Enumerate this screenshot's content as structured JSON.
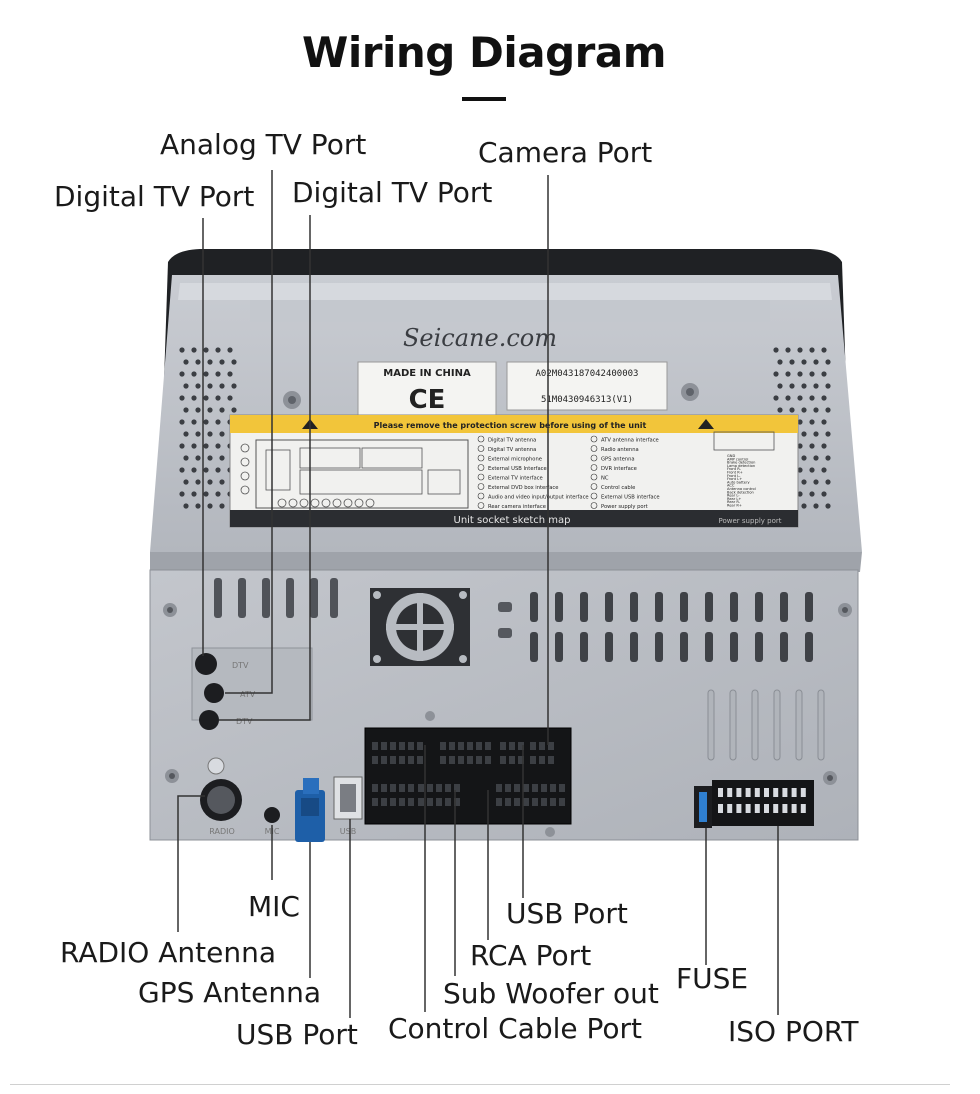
{
  "title": "Wiring Diagram",
  "labels": {
    "analog_tv_port": "Analog TV Port",
    "digital_tv_port_left": "Digital TV Port",
    "digital_tv_port_right": "Digital TV Port",
    "camera_port": "Camera Port",
    "mic": "MIC",
    "radio_antenna": "RADIO Antenna",
    "gps_antenna": "GPS Antenna",
    "usb_port_bottom": "USB Port",
    "usb_port_right": "USB Port",
    "rca_port": "RCA Port",
    "sub_woofer_out": "Sub Woofer out",
    "control_cable_port": "Control Cable Port",
    "fuse": "FUSE",
    "iso_port": "ISO PORT"
  },
  "unit": {
    "brand": "Seicane.com",
    "made_in": "MADE IN CHINA",
    "ce_mark": "CE",
    "serial_1": "A02M043187042400003",
    "serial_2": "51M0430946313(V1)",
    "warning_banner": "Please remove the protection screw before using of the unit",
    "sketch_caption": "Unit socket sketch map",
    "power_caption": "Power supply port",
    "legend_left": [
      "Digital TV antenna",
      "Digital TV antenna",
      "External microphone",
      "External USB Interface",
      "External TV interface",
      "External DVD box interface",
      "Audio and video input/output interface",
      "Rear camera interface"
    ],
    "legend_right": [
      "ATV antenna interface",
      "Radio antenna",
      "GPS antenna",
      "DVR interface",
      "NC",
      "Control cable",
      "External USB interface",
      "Power supply port"
    ],
    "pin_list": [
      "GND",
      "AMP control",
      "Brake detection",
      "Lamp detection",
      "Front R-",
      "Front R+",
      "Front L-",
      "Front L+",
      "Auto battery",
      "ACC",
      "Antenna control",
      "Back detection",
      "Rear L-",
      "Rear L+",
      "Rear R-",
      "Rear R+"
    ],
    "port_dtv_top": "DTV",
    "port_atv": "ATV",
    "port_dtv_bottom": "DTV",
    "port_radio": "RADIO",
    "port_mic": "MIC",
    "port_usb": "USB"
  }
}
